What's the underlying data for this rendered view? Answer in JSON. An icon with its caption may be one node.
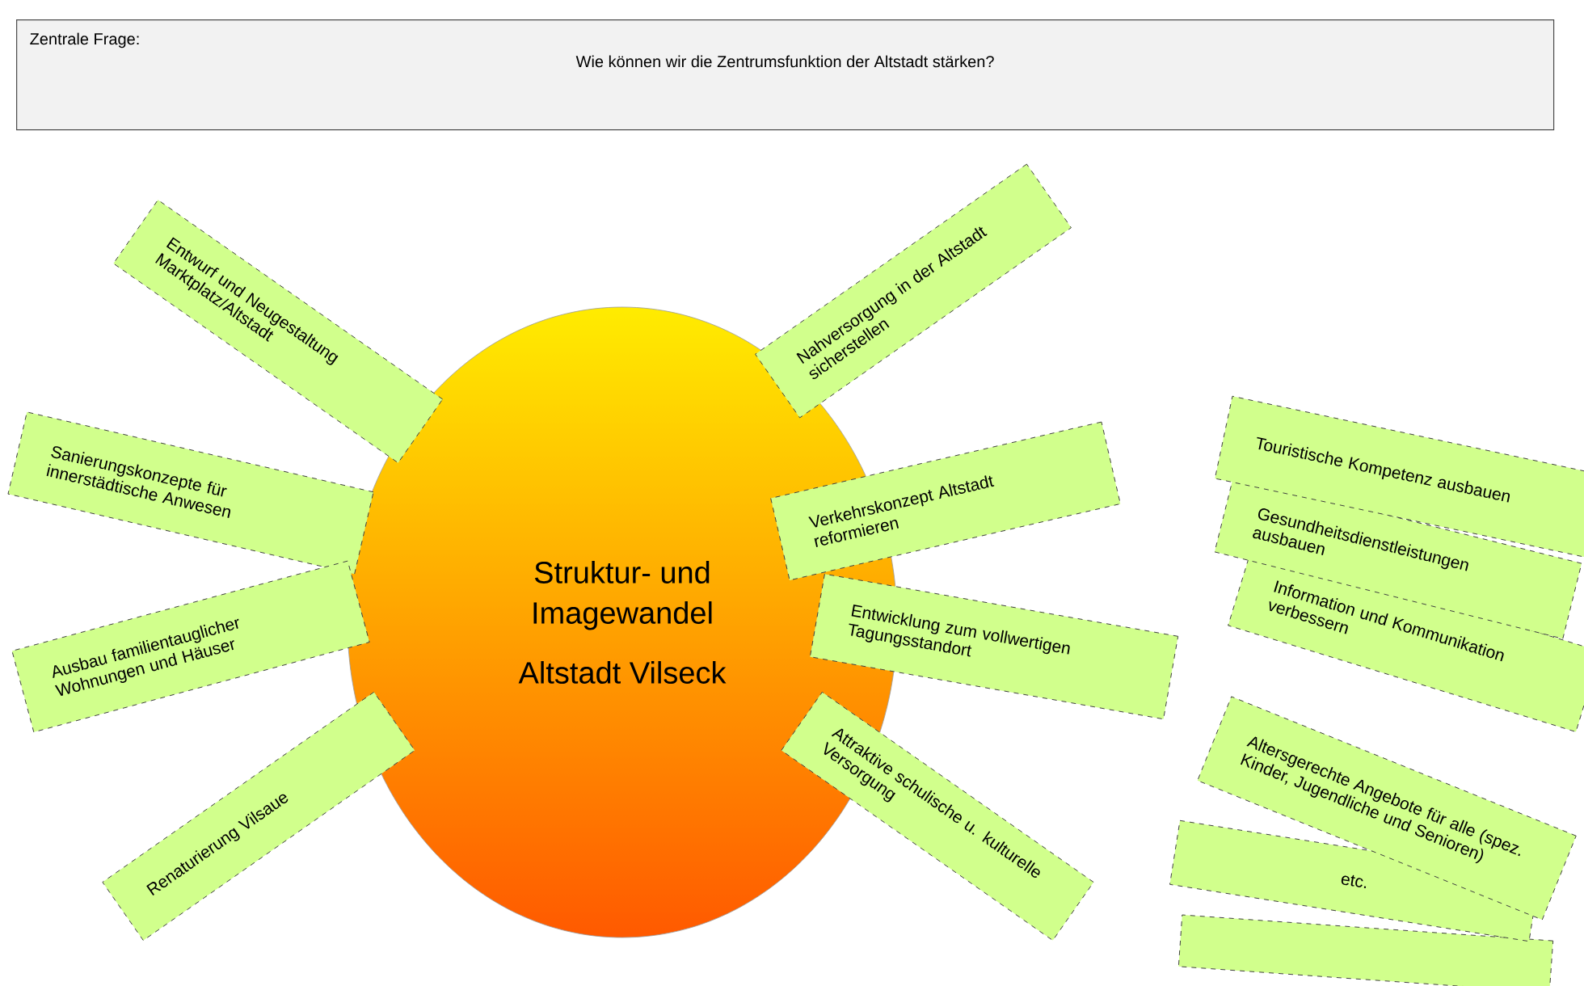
{
  "diagram": {
    "nodes": [
      {
        "text": [
          "Zentrale Frage:",
          "Wie können wir die Zentrumsfunktion der Altstadt stärken?"
        ]
      },
      {
        "text": [
          "Struktur- und Imagewandel",
          "Altstadt Vilseck"
        ]
      },
      {
        "text": [
          "Entwurf und Neugestaltung Marktplatz/Altstadt"
        ]
      },
      {
        "text": [
          "Sanierungskonzepte für innerstädtische Anwesen"
        ]
      },
      {
        "text": [
          "Ausbau familientauglicher Wohnungen und Häuser"
        ]
      },
      {
        "text": [
          "Renaturierung Vilsaue"
        ]
      },
      {
        "text": [
          "Nahversorgung in der Altstadt sicherstellen"
        ]
      },
      {
        "text": [
          "Verkehrskonzept Altstadt reformieren"
        ]
      },
      {
        "text": [
          "Entwicklung zum vollwertigen Tagungsstandort"
        ]
      },
      {
        "text": [
          "Attraktive schulische u. kulturelle Versorgung"
        ]
      },
      {
        "text": [
          "Touristische Kompetenz ausbauen"
        ]
      },
      {
        "text": [
          "Gesundheitsdienstleistungen ausbauen"
        ]
      },
      {
        "text": [
          "Information und Kommunikation verbessern"
        ]
      },
      {
        "text": [
          "Altersgerechte Angebote für alle (spez. Kinder, Jugendliche und Senioren)"
        ]
      },
      {
        "text": [
          "etc."
        ]
      },
      {
        "text": [],
        "shape": "box"
      }
    ]
  }
}
